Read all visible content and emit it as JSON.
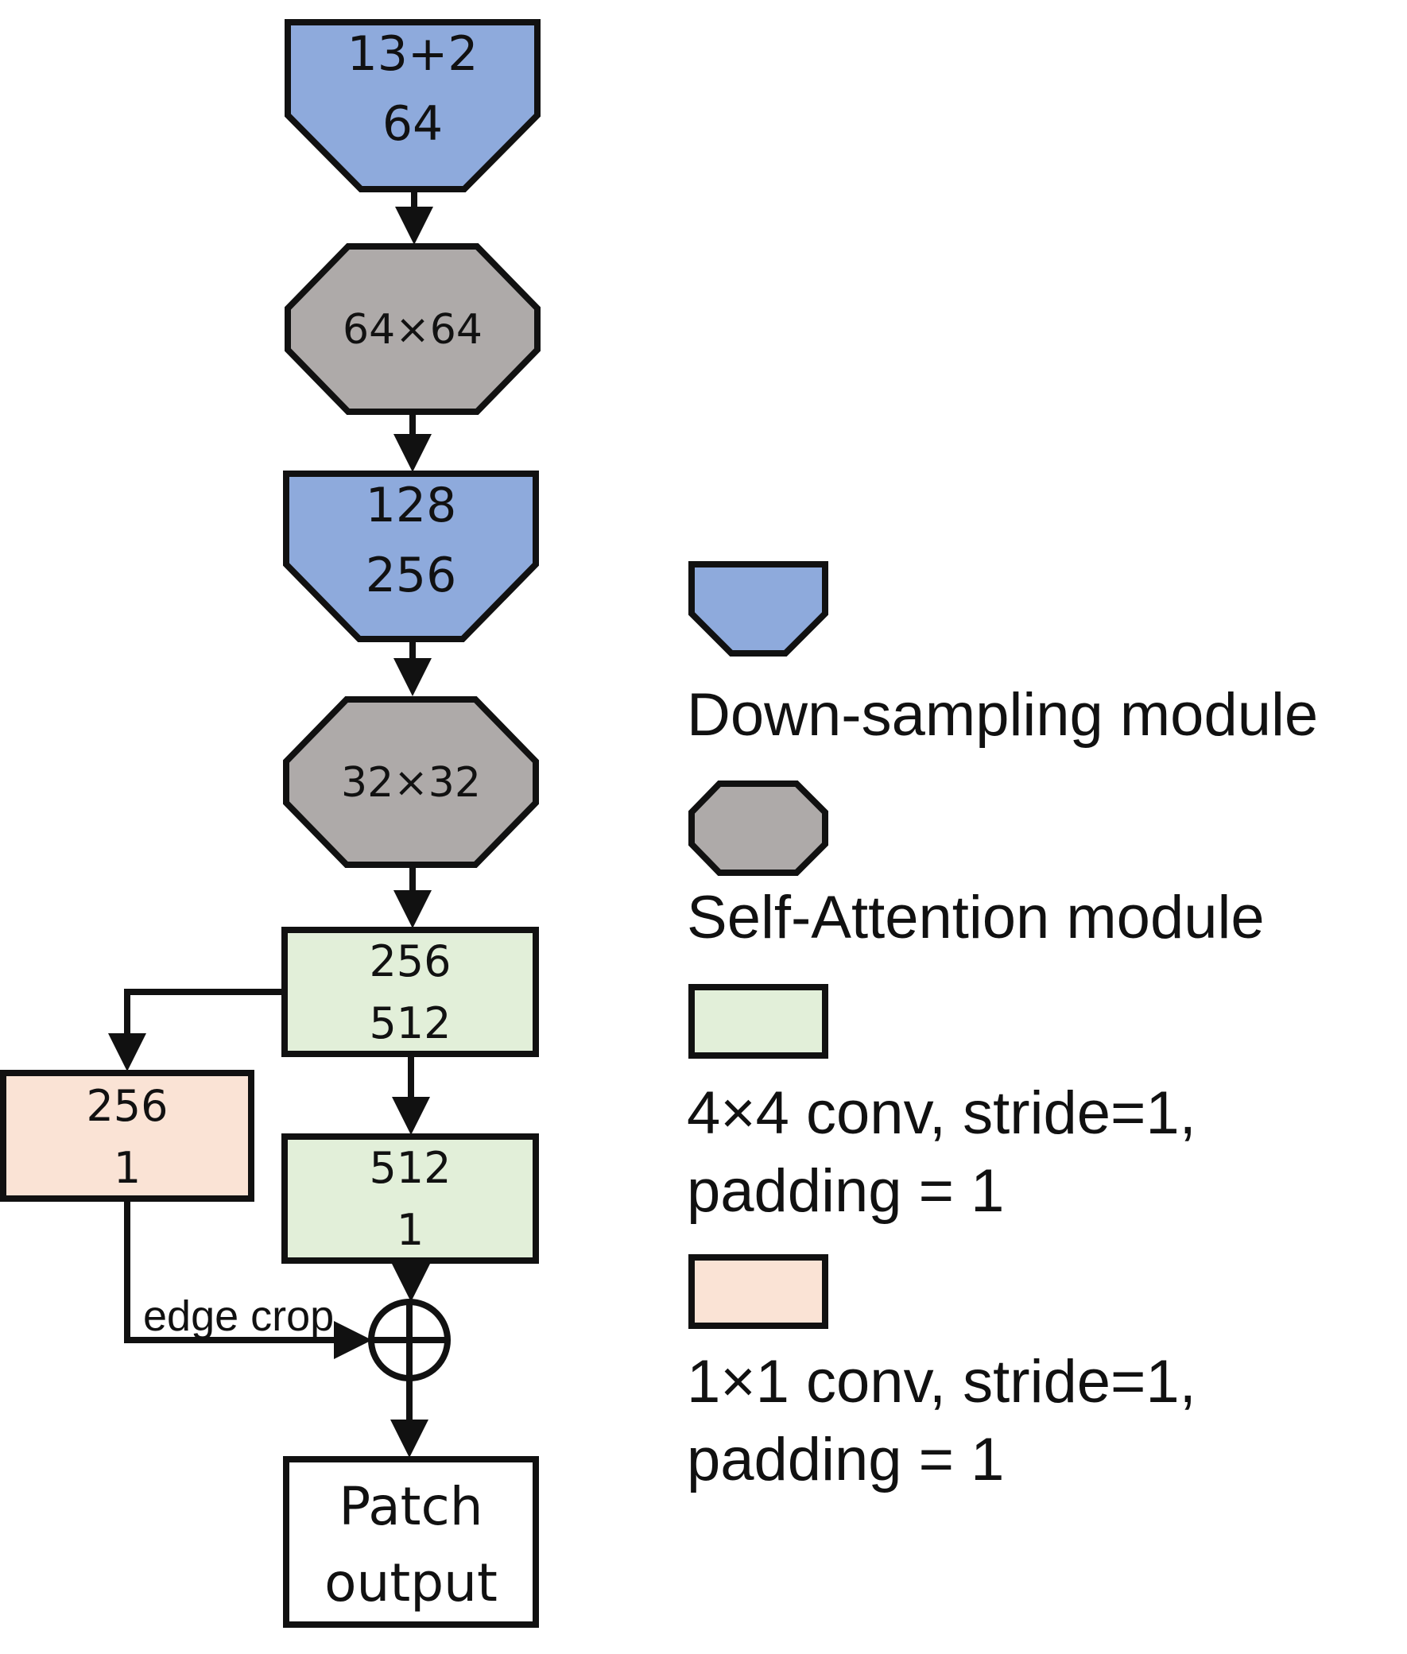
{
  "colors": {
    "downsample_fill": "#8eaadc",
    "attention_fill": "#aeaaa9",
    "conv4_fill": "#e2efd9",
    "conv1_fill": "#fae3d5",
    "output_fill": "#ffffff",
    "stroke": "#111111"
  },
  "nodes": {
    "down1": {
      "line1": "13+2",
      "line2": "64"
    },
    "attn1": {
      "label": "64×64"
    },
    "down2": {
      "line1": "128",
      "line2": "256"
    },
    "attn2": {
      "label": "32×32"
    },
    "conv4a": {
      "line1": "256",
      "line2": "512"
    },
    "conv4b": {
      "line1": "512",
      "line2": "1"
    },
    "conv1": {
      "line1": "256",
      "line2": "1"
    },
    "output": {
      "line1": "Patch",
      "line2": "output"
    },
    "sum": {
      "symbol": "circle-plus"
    }
  },
  "edges": {
    "edge_crop_label": "edge crop"
  },
  "legend": {
    "downsampling": "Down-sampling module",
    "attention": "Self-Attention module",
    "conv4_line1": "4×4 conv, stride=1,",
    "conv4_line2": "padding = 1",
    "conv1_line1": "1×1 conv, stride=1,",
    "conv1_line2": "padding = 1"
  }
}
